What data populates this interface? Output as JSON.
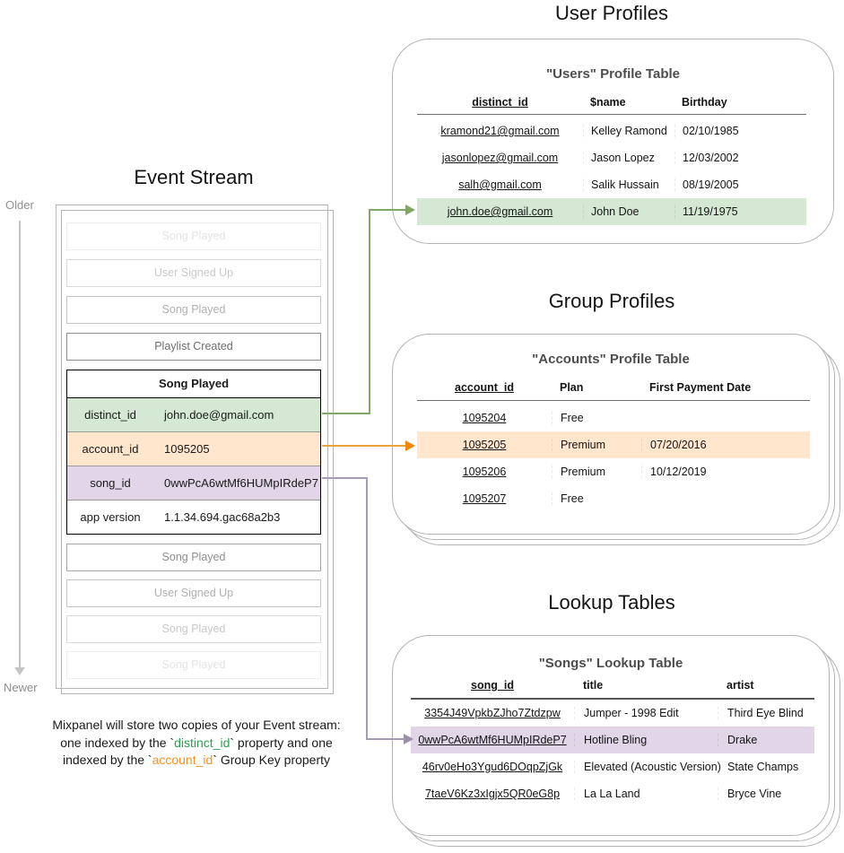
{
  "titles": {
    "event_stream": "Event Stream",
    "user_profiles": "User Profiles",
    "group_profiles": "Group Profiles",
    "lookup_tables": "Lookup Tables"
  },
  "timeline": {
    "older": "Older",
    "newer": "Newer"
  },
  "event_stream": {
    "faded_before": [
      "Song Played",
      "User Signed Up",
      "Song Played",
      "Playlist Created"
    ],
    "expanded_event": {
      "title": "Song Played",
      "properties": [
        {
          "key": "distinct_id",
          "value": "john.doe@gmail.com",
          "highlight": "green"
        },
        {
          "key": "account_id",
          "value": "1095205",
          "highlight": "orange"
        },
        {
          "key": "song_id",
          "value": "0wwPcA6wtMf6HUMpIRdeP7",
          "highlight": "purple"
        },
        {
          "key": "app version",
          "value": "1.1.34.694.gac68a2b3",
          "highlight": "none"
        }
      ]
    },
    "faded_after": [
      "Song Played",
      "User Signed Up",
      "Song Played",
      "Song Played"
    ]
  },
  "users_table": {
    "title": "\"Users\" Profile Table",
    "columns": [
      "distinct_id",
      "$name",
      "Birthday"
    ],
    "rows": [
      [
        "kramond21@gmail.com",
        "Kelley Ramond",
        "02/10/1985"
      ],
      [
        "jasonlopez@gmail.com",
        "Jason Lopez",
        "12/03/2002"
      ],
      [
        "salh@gmail.com",
        "Salik Hussain",
        "08/19/2005"
      ],
      [
        "john.doe@gmail.com",
        "John Doe",
        "11/19/1975"
      ]
    ],
    "highlight_row_index": 3,
    "highlight_color": "#d5e8d4"
  },
  "accounts_table": {
    "title": "\"Accounts\" Profile Table",
    "columns": [
      "account_id",
      "Plan",
      "First Payment Date"
    ],
    "rows": [
      [
        "1095204",
        "Free",
        ""
      ],
      [
        "1095205",
        "Premium",
        "07/20/2016"
      ],
      [
        "1095206",
        "Premium",
        "10/12/2019"
      ],
      [
        "1095207",
        "Free",
        ""
      ]
    ],
    "highlight_row_index": 1,
    "highlight_color": "#ffe6cc"
  },
  "songs_table": {
    "title": "\"Songs\" Lookup Table",
    "columns": [
      "song_id",
      "title",
      "artist"
    ],
    "rows": [
      [
        "3354J49VpkbZJho7Ztdzpw",
        "Jumper - 1998 Edit",
        "Third Eye Blind"
      ],
      [
        "0wwPcA6wtMf6HUMpIRdeP7",
        "Hotline Bling",
        "Drake"
      ],
      [
        "46rv0eHo3Ygud6DOqpZjGk",
        "Elevated (Acoustic Version)",
        "State Champs"
      ],
      [
        "7taeV6Kz3xIgjx5QR0eG8p",
        "La La Land",
        "Bryce Vine"
      ]
    ],
    "highlight_row_index": 1,
    "highlight_color": "#e1d5e7"
  },
  "caption": {
    "lines": [
      [
        {
          "text": "Mixpanel will store two copies of your Event stream:"
        }
      ],
      [
        {
          "text": "one indexed by the `"
        },
        {
          "text": "distinct_id",
          "color": "#2e9e4f"
        },
        {
          "text": "` property and one"
        }
      ],
      [
        {
          "text": "indexed by the `"
        },
        {
          "text": "account_id",
          "color": "#f59322"
        },
        {
          "text": "` Group Key property"
        }
      ]
    ]
  },
  "colors": {
    "green_fill": "#d5e8d4",
    "orange_fill": "#ffe6cc",
    "purple_fill": "#e1d5e7",
    "green_line": "#7fa866",
    "orange_line": "#e8a33d",
    "orange_head": "#f08705",
    "purple_line": "#a79ab5",
    "card_border": "#b3b3b3"
  }
}
